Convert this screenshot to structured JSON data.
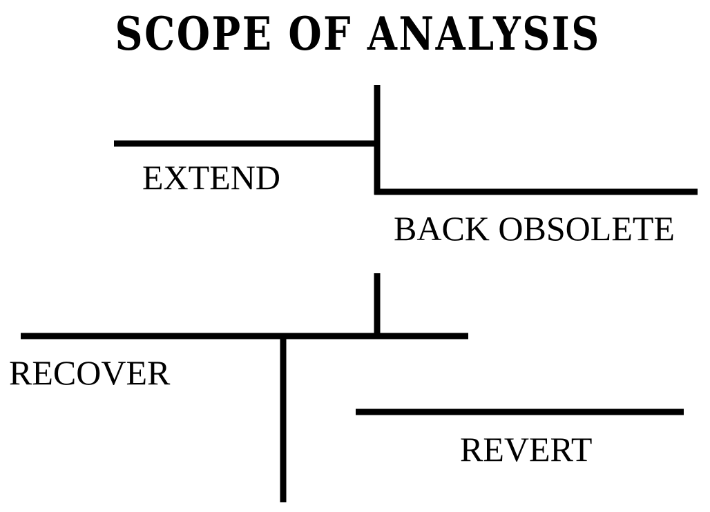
{
  "title": "SCOPE OF ANALYSIS",
  "labels": {
    "extend": "EXTEND",
    "back_obsolete": "BACK OBSOLETE",
    "recover": "RECOVER",
    "revert": "REVERT"
  },
  "line_color": "#000000"
}
